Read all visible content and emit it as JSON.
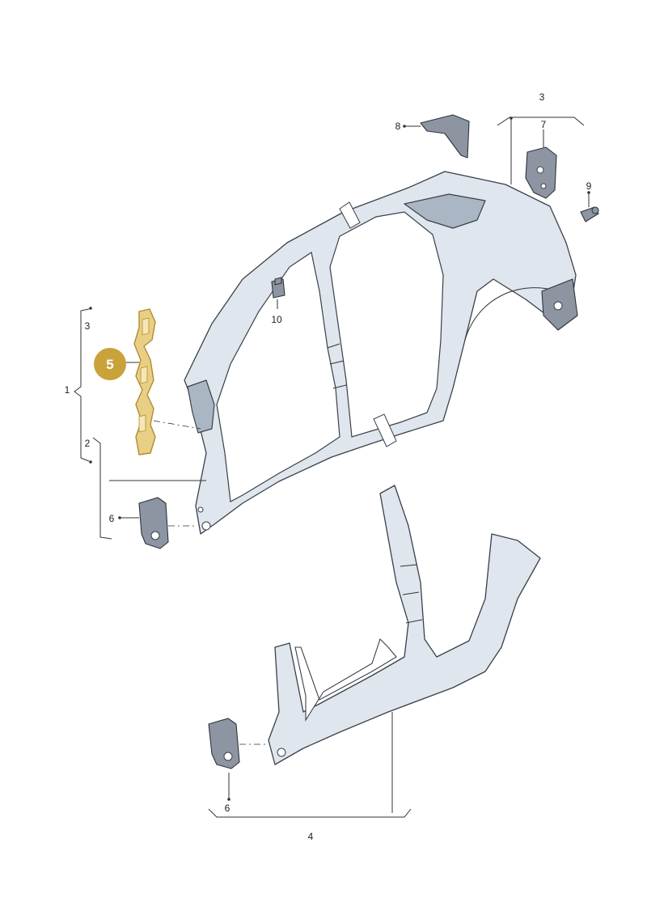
{
  "callouts": {
    "c1": "1",
    "c2": "2",
    "c3_left": "3",
    "c3_top": "3",
    "c4": "4",
    "c5": "5",
    "c6_upper": "6",
    "c6_lower": "6",
    "c7": "7",
    "c8": "8",
    "c9": "9",
    "c10": "10"
  },
  "colors": {
    "highlight_badge": "#c9a23a",
    "highlight_part": "#e9cf86",
    "body_panel": "#dfe6ee",
    "line": "#333333"
  }
}
